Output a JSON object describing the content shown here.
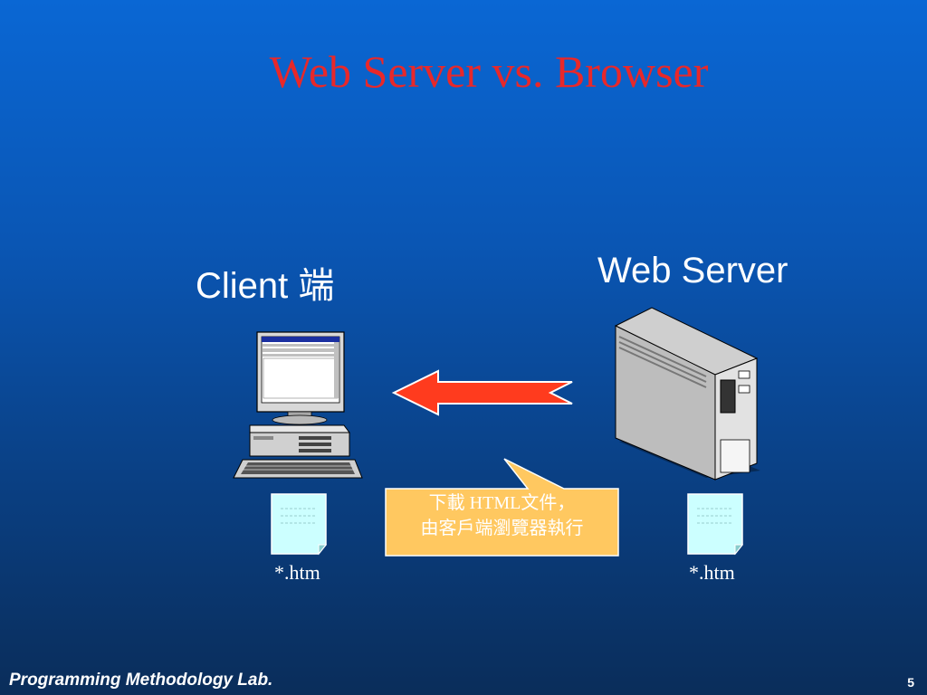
{
  "slide": {
    "title": "Web Server vs. Browser",
    "client_label": "Client 端",
    "server_label": "Web Server",
    "client_file_label": "*.htm",
    "server_file_label": "*.htm",
    "callout_line1": "下載 HTML文件，",
    "callout_line2": "由客戶端瀏覽器執行",
    "footer": "Programming Methodology Lab.",
    "page_number": "5"
  },
  "colors": {
    "title": "#e8282a",
    "arrow_fill": "#ff3b1e",
    "callout_fill": "#ffc860",
    "file_fill": "#ccffff"
  },
  "icons": [
    "computer-icon",
    "server-tower-icon",
    "document-icon",
    "arrow-left-icon"
  ]
}
